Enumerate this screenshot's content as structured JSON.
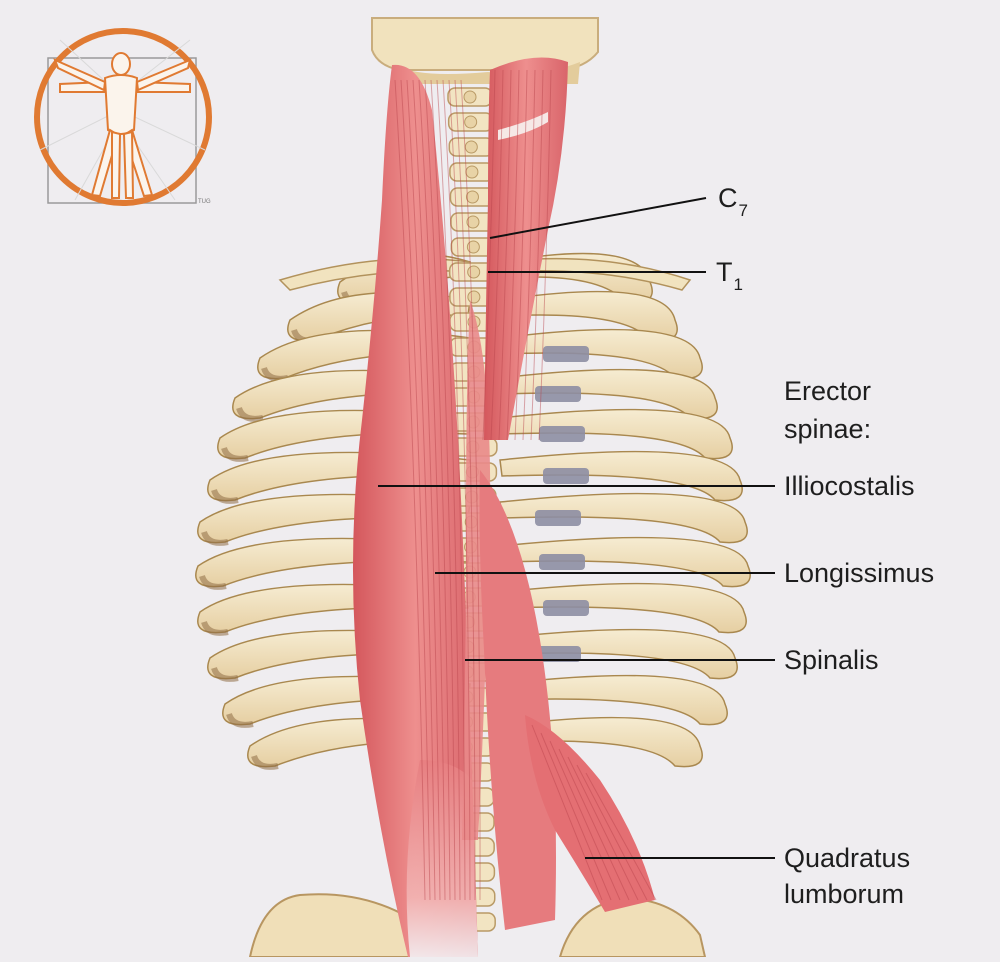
{
  "figure": {
    "logo_mark": "TUG",
    "labels": {
      "c7": {
        "letter": "C",
        "sub": "7"
      },
      "t1": {
        "letter": "T",
        "sub": "1"
      },
      "group_line1": "Erector",
      "group_line2": "spinae:",
      "illiocostalis": "Illiocostalis",
      "longissimus": "Longissimus",
      "spinalis": "Spinalis",
      "quadratus_line1": "Quadratus",
      "quadratus_line2": "lumborum"
    },
    "colors": {
      "background": "#efedf0",
      "bone": "#f3e6c6",
      "bone_shadow": "#8f6e45",
      "muscle": "#e4777a",
      "muscle_light": "#f3a7a6",
      "cartilage": "#8d8ea3",
      "logo": "#e07a32",
      "leader": "#111111"
    }
  }
}
